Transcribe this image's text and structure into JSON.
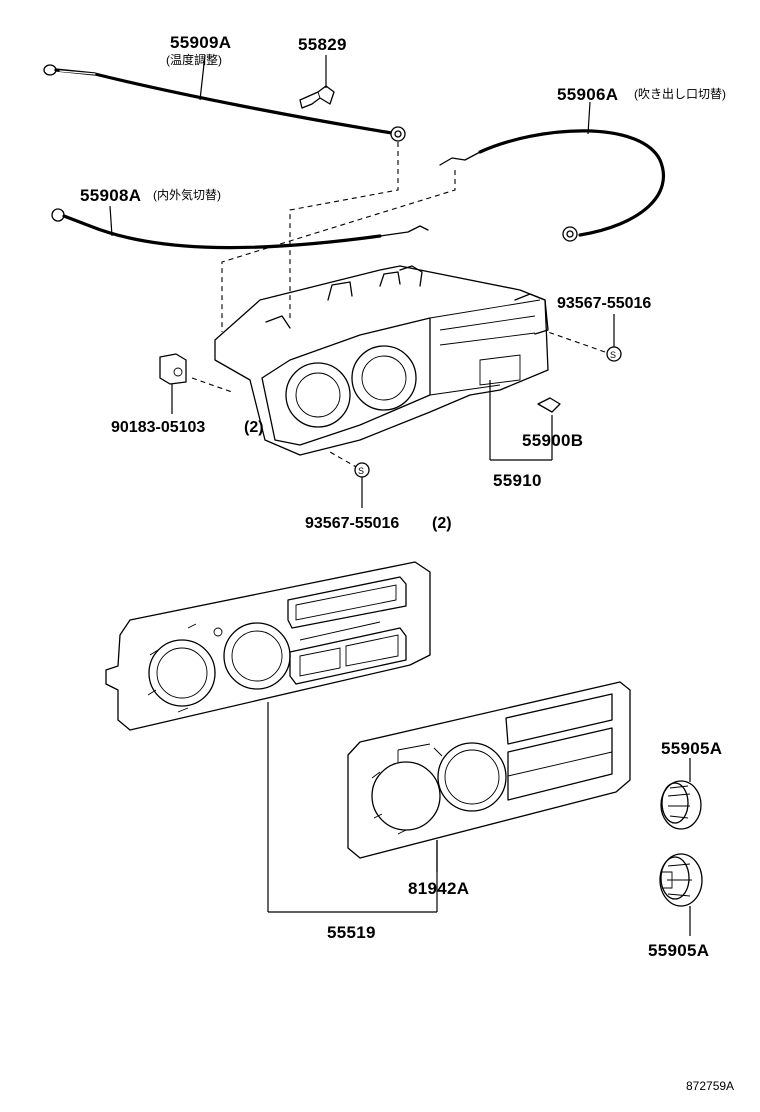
{
  "labels": {
    "p55909A": "55909A",
    "p55909A_note": "(温度調整)",
    "p55829": "55829",
    "p55906A": "55906A",
    "p55906A_note": "(吹き出し口切替)",
    "p55908A": "55908A",
    "p55908A_note": "(内外気切替)",
    "p93567_top": "93567-55016",
    "p90183": "90183-05103",
    "p90183_qty": "(2)",
    "p55900B": "55900B",
    "p55910": "55910",
    "p93567_bottom": "93567-55016",
    "p93567_bottom_qty": "(2)",
    "p55905A_top": "55905A",
    "p81942A": "81942A",
    "p55519": "55519",
    "p55905A_bottom": "55905A",
    "drawing_id": "872759A"
  },
  "markers": {
    "s_symbol": "S"
  }
}
